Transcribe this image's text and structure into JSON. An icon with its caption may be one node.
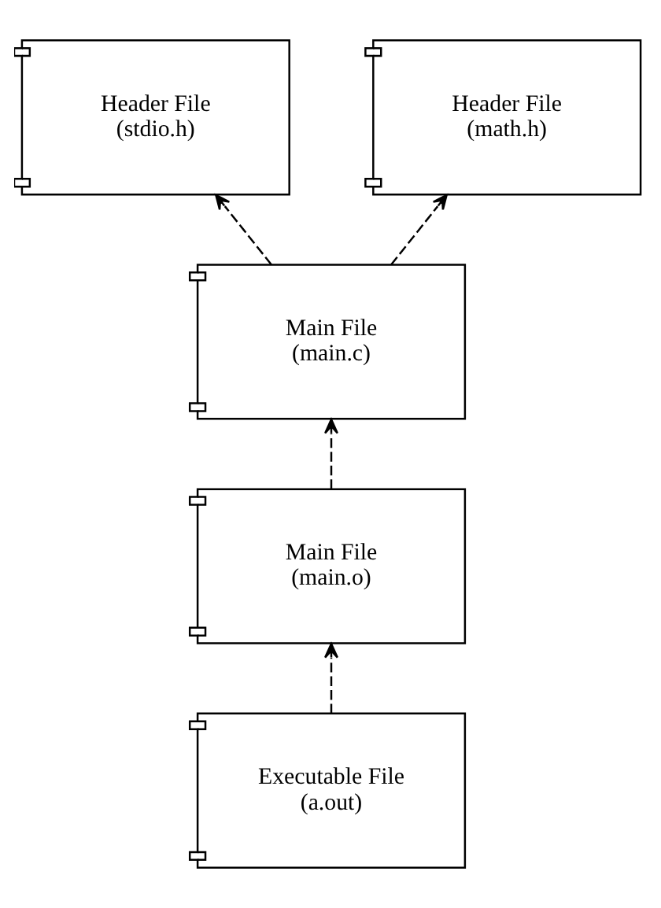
{
  "diagram": {
    "nodes": [
      {
        "text": [
          "Header File (stdio.h)"
        ]
      },
      {
        "text": [
          "Header File (math.h)"
        ]
      },
      {
        "text": [
          "Main File (main.c)"
        ]
      },
      {
        "text": [
          "Main File (main.o)"
        ]
      },
      {
        "text": [
          "Executable File (a.out)"
        ]
      }
    ],
    "edges": [
      {
        "from": 2,
        "to": 0,
        "arrow": "to",
        "style": "dashed"
      },
      {
        "from": 2,
        "to": 1,
        "arrow": "to",
        "style": "dashed"
      },
      {
        "from": 3,
        "to": 2,
        "arrow": "to",
        "style": "dashed"
      },
      {
        "from": 4,
        "to": 3,
        "arrow": "to",
        "style": "dashed"
      }
    ]
  }
}
